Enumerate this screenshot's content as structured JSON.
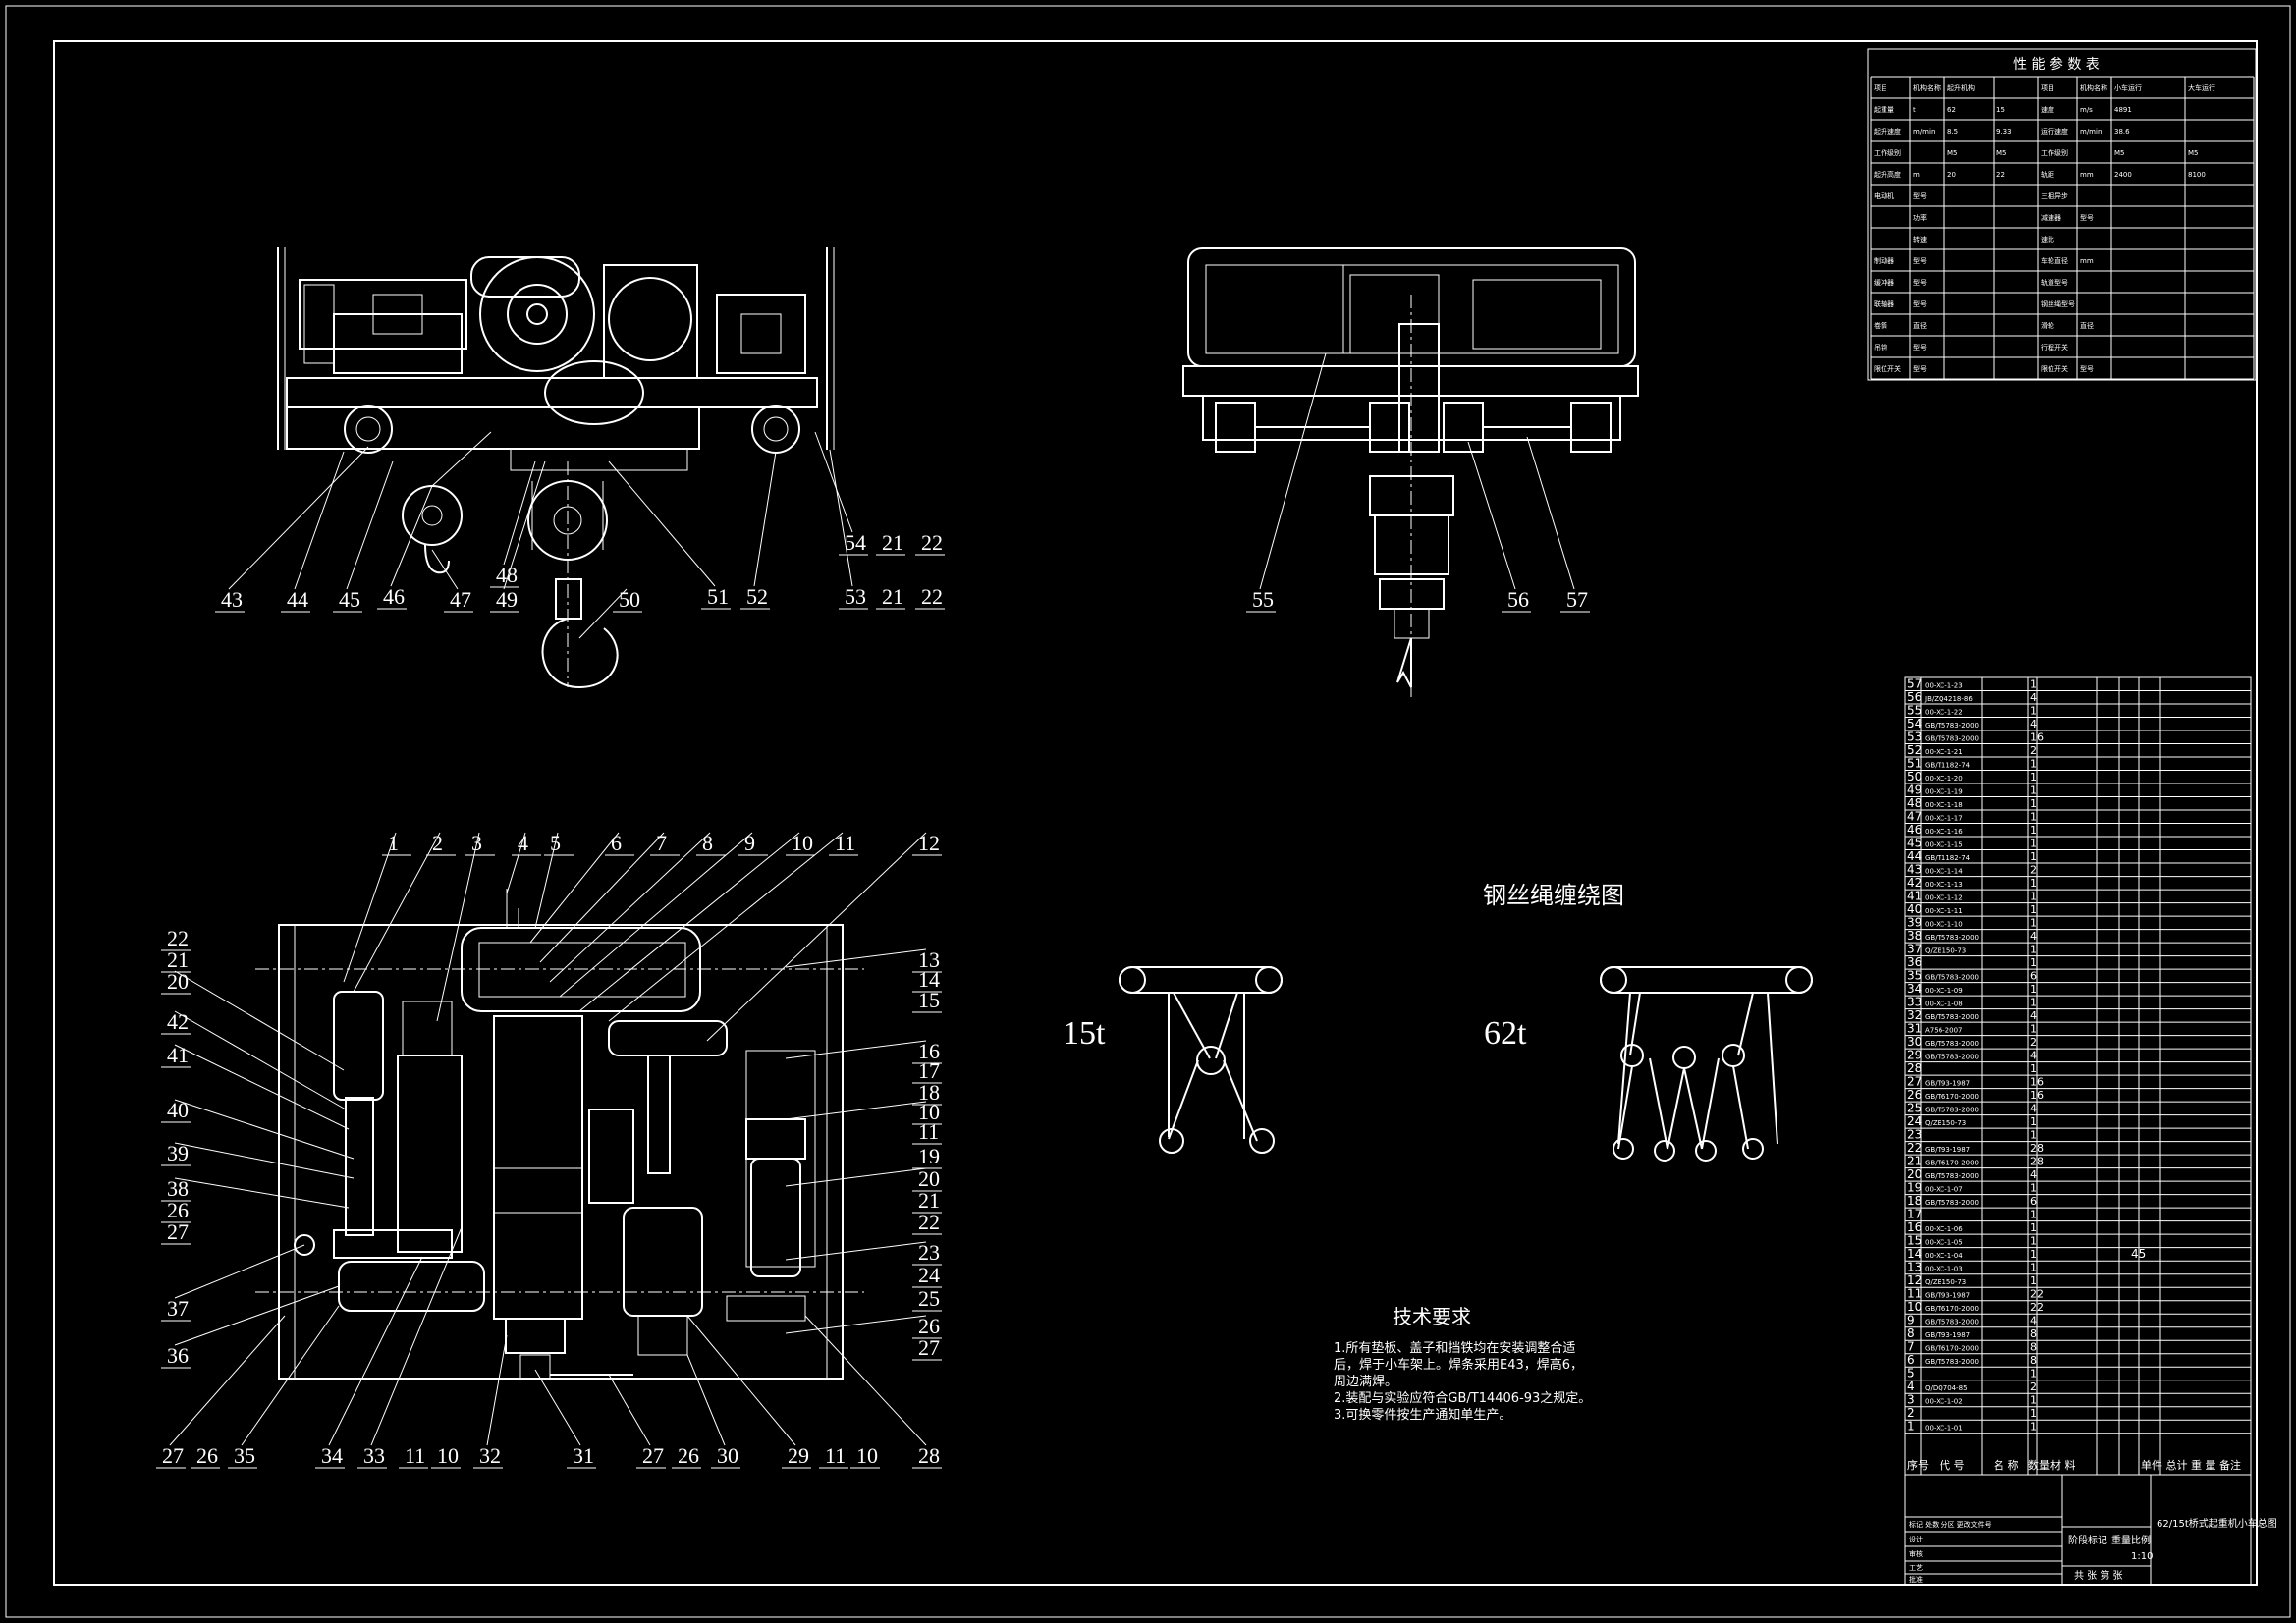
{
  "perf_table": {
    "title": "性 能 参 数 表",
    "rows": [
      [
        "项目",
        "机构名称",
        "起升机构",
        "",
        "项目",
        "机构名称",
        "小车运行",
        "大车运行"
      ],
      [
        "起重量",
        "t",
        "62",
        "15",
        "速度",
        "m/s",
        "4891",
        ""
      ],
      [
        "起升速度",
        "m/min",
        "8.5",
        "9.33",
        "运行速度",
        "m/min",
        "38.6",
        ""
      ],
      [
        "工作级别",
        "",
        "M5",
        "M5",
        "工作级别",
        "",
        "M5",
        "M5"
      ],
      [
        "起升高度",
        "m",
        "20",
        "22",
        "轨距",
        "mm",
        "2400",
        "8100"
      ],
      [
        "电动机",
        "型号",
        "",
        "",
        "三相异步",
        "",
        "",
        ""
      ],
      [
        "",
        "功率",
        "",
        "",
        "减速器",
        "型号",
        "",
        ""
      ],
      [
        "",
        "转速",
        "",
        "",
        "速比",
        "",
        "",
        ""
      ],
      [
        "制动器",
        "型号",
        "",
        "",
        "车轮直径",
        "mm",
        "",
        ""
      ],
      [
        "缓冲器",
        "型号",
        "",
        "",
        "轨道型号",
        "",
        "",
        ""
      ],
      [
        "联轴器",
        "型号",
        "",
        "",
        "钢丝绳型号",
        "",
        "",
        ""
      ],
      [
        "卷筒",
        "直径",
        "",
        "",
        "滑轮",
        "直径",
        "",
        ""
      ],
      [
        "吊钩",
        "型号",
        "",
        "",
        "行程开关",
        "",
        "",
        ""
      ],
      [
        "限位开关",
        "型号",
        "",
        "",
        "限位开关",
        "型号",
        "",
        ""
      ]
    ]
  },
  "top_left_view": {
    "labels": [
      "43",
      "44",
      "45",
      "46",
      "47",
      "48",
      "49",
      "50",
      "51",
      "52",
      "53",
      "21",
      "22",
      "54",
      "21",
      "22"
    ]
  },
  "top_right_view": {
    "labels": [
      "55",
      "56",
      "57"
    ]
  },
  "plan_view": {
    "top_labels": [
      "1",
      "2",
      "3",
      "4",
      "5",
      "6",
      "7",
      "8",
      "9",
      "10",
      "11",
      "12"
    ],
    "left_labels": [
      "22",
      "21",
      "20",
      "42",
      "41",
      "40",
      "39",
      "38",
      "26",
      "27",
      "37",
      "36"
    ],
    "right_labels": [
      "13",
      "14",
      "15",
      "16",
      "17",
      "18",
      "10",
      "11",
      "19",
      "20",
      "21",
      "22",
      "23",
      "24",
      "25",
      "26",
      "27"
    ],
    "bottom_labels": [
      "27",
      "26",
      "35",
      "34",
      "33",
      "11",
      "10",
      "32",
      "31",
      "27",
      "26",
      "30",
      "29",
      "11",
      "10",
      "28"
    ]
  },
  "rope_diagram": {
    "title": "钢丝绳缠绕图",
    "left_label": "15t",
    "right_label": "62t"
  },
  "tech_requirements": {
    "title": "技术要求",
    "lines": [
      "1.所有垫板、盖子和挡铁均在安装调整合适",
      "后，焊于小车架上。焊条采用E43，焊高6，",
      "周边满焊。",
      "2.装配与实验应符合GB/T14406-93之规定。",
      "3.可换零件按生产通知单生产。"
    ]
  },
  "bom": {
    "rows": [
      {
        "no": "57",
        "code": "00-XC-1-23",
        "name": "",
        "qty": "1"
      },
      {
        "no": "56",
        "code": "JB/ZQ4218-86",
        "name": "",
        "qty": "4"
      },
      {
        "no": "55",
        "code": "00-XC-1-22",
        "name": "",
        "qty": "1"
      },
      {
        "no": "54",
        "code": "GB/T5783-2000",
        "name": "",
        "qty": "4"
      },
      {
        "no": "53",
        "code": "GB/T5783-2000",
        "name": "",
        "qty": "16"
      },
      {
        "no": "52",
        "code": "00-XC-1-21",
        "name": "",
        "qty": "2"
      },
      {
        "no": "51",
        "code": "GB/T1182-74",
        "name": "",
        "qty": "1"
      },
      {
        "no": "50",
        "code": "00-XC-1-20",
        "name": "",
        "qty": "1"
      },
      {
        "no": "49",
        "code": "00-XC-1-19",
        "name": "",
        "qty": "1"
      },
      {
        "no": "48",
        "code": "00-XC-1-18",
        "name": "",
        "qty": "1"
      },
      {
        "no": "47",
        "code": "00-XC-1-17",
        "name": "",
        "qty": "1"
      },
      {
        "no": "46",
        "code": "00-XC-1-16",
        "name": "",
        "qty": "1"
      },
      {
        "no": "45",
        "code": "00-XC-1-15",
        "name": "",
        "qty": "1"
      },
      {
        "no": "44",
        "code": "GB/T1182-74",
        "name": "",
        "qty": "1"
      },
      {
        "no": "43",
        "code": "00-XC-1-14",
        "name": "",
        "qty": "2"
      },
      {
        "no": "42",
        "code": "00-XC-1-13",
        "name": "",
        "qty": "1"
      },
      {
        "no": "41",
        "code": "00-XC-1-12",
        "name": "",
        "qty": "1"
      },
      {
        "no": "40",
        "code": "00-XC-1-11",
        "name": "",
        "qty": "1"
      },
      {
        "no": "39",
        "code": "00-XC-1-10",
        "name": "",
        "qty": "1"
      },
      {
        "no": "38",
        "code": "GB/T5783-2000",
        "name": "",
        "qty": "4"
      },
      {
        "no": "37",
        "code": "Q/ZB150-73",
        "name": "",
        "qty": "1"
      },
      {
        "no": "36",
        "code": "",
        "name": "",
        "qty": "1"
      },
      {
        "no": "35",
        "code": "GB/T5783-2000",
        "name": "",
        "qty": "6"
      },
      {
        "no": "34",
        "code": "00-XC-1-09",
        "name": "",
        "qty": "1"
      },
      {
        "no": "33",
        "code": "00-XC-1-08",
        "name": "",
        "qty": "1"
      },
      {
        "no": "32",
        "code": "GB/T5783-2000",
        "name": "",
        "qty": "4"
      },
      {
        "no": "31",
        "code": "A756-2007",
        "name": "",
        "qty": "1"
      },
      {
        "no": "30",
        "code": "GB/T5783-2000",
        "name": "",
        "qty": "2"
      },
      {
        "no": "29",
        "code": "GB/T5783-2000",
        "name": "",
        "qty": "4"
      },
      {
        "no": "28",
        "code": "",
        "name": "",
        "qty": "1"
      },
      {
        "no": "27",
        "code": "GB/T93-1987",
        "name": "",
        "qty": "16"
      },
      {
        "no": "26",
        "code": "GB/T6170-2000",
        "name": "",
        "qty": "16"
      },
      {
        "no": "25",
        "code": "GB/T5783-2000",
        "name": "",
        "qty": "4"
      },
      {
        "no": "24",
        "code": "Q/ZB150-73",
        "name": "",
        "qty": "1"
      },
      {
        "no": "23",
        "code": "",
        "name": "",
        "qty": "1"
      },
      {
        "no": "22",
        "code": "GB/T93-1987",
        "name": "",
        "qty": "28"
      },
      {
        "no": "21",
        "code": "GB/T6170-2000",
        "name": "",
        "qty": "28"
      },
      {
        "no": "20",
        "code": "GB/T5783-2000",
        "name": "",
        "qty": "4"
      },
      {
        "no": "19",
        "code": "00-XC-1-07",
        "name": "",
        "qty": "1"
      },
      {
        "no": "18",
        "code": "GB/T5783-2000",
        "name": "",
        "qty": "6"
      },
      {
        "no": "17",
        "code": "",
        "name": "",
        "qty": "1"
      },
      {
        "no": "16",
        "code": "00-XC-1-06",
        "name": "",
        "qty": "1"
      },
      {
        "no": "15",
        "code": "00-XC-1-05",
        "name": "",
        "qty": "1"
      },
      {
        "no": "14",
        "code": "00-XC-1-04",
        "name": "",
        "qty": "1",
        "note": "45"
      },
      {
        "no": "13",
        "code": "00-XC-1-03",
        "name": "",
        "qty": "1"
      },
      {
        "no": "12",
        "code": "Q/ZB150-73",
        "name": "",
        "qty": "1"
      },
      {
        "no": "11",
        "code": "GB/T93-1987",
        "name": "",
        "qty": "22"
      },
      {
        "no": "10",
        "code": "GB/T6170-2000",
        "name": "",
        "qty": "22"
      },
      {
        "no": "9",
        "code": "GB/T5783-2000",
        "name": "",
        "qty": "4"
      },
      {
        "no": "8",
        "code": "GB/T93-1987",
        "name": "",
        "qty": "8"
      },
      {
        "no": "7",
        "code": "GB/T6170-2000",
        "name": "",
        "qty": "8"
      },
      {
        "no": "6",
        "code": "GB/T5783-2000",
        "name": "",
        "qty": "8"
      },
      {
        "no": "5",
        "code": "",
        "name": "",
        "qty": "1"
      },
      {
        "no": "4",
        "code": "Q/DQ704-85",
        "name": "",
        "qty": "2"
      },
      {
        "no": "3",
        "code": "00-XC-1-02",
        "name": "",
        "qty": "1"
      },
      {
        "no": "2",
        "code": "",
        "name": "",
        "qty": "1"
      },
      {
        "no": "1",
        "code": "00-XC-1-01",
        "name": "",
        "qty": "1"
      }
    ],
    "header": {
      "no": "序号",
      "code": "代 号",
      "name": "名 称",
      "qty": "数量",
      "material": "材 料",
      "weight": "单件 总计 重 量",
      "note": "备注"
    }
  },
  "title_block": {
    "drawing_name": "62/15t桥式起重机小车总图",
    "scale_label": "比例",
    "scale": "1:10",
    "weight_label": "重量",
    "stage_label": "阶段标记",
    "sheet_info": "共 张 第 张",
    "rows": [
      "标记 处数 分区 更改文件号",
      "设计",
      "审核",
      "工艺",
      "批准"
    ]
  }
}
